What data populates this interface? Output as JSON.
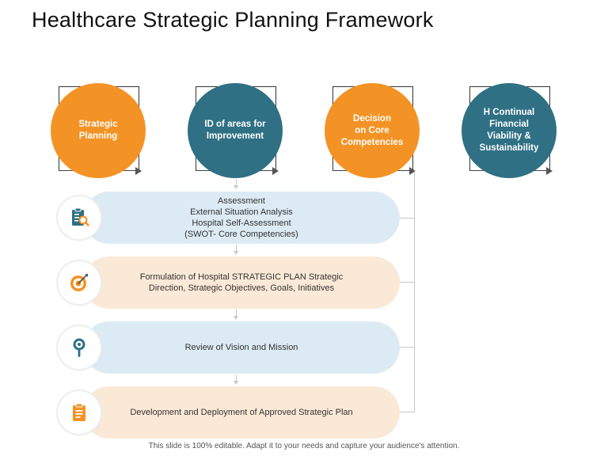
{
  "title": "Healthcare Strategic Planning Framework",
  "circles": [
    {
      "label": "Strategic\nPlanning",
      "color": "#f39325"
    },
    {
      "label": "ID of areas for\nImprovement",
      "color": "#2f7084"
    },
    {
      "label": "Decision\non Core\nCompetencies",
      "color": "#f39325"
    },
    {
      "label": "H Continual\nFinancial\nViability &\nSustainability",
      "color": "#2f7084"
    }
  ],
  "steps": [
    {
      "text": "Assessment\nExternal Situation Analysis\nHospital Self-Assessment\n(SWOT- Core Competencies)",
      "icon": "clipboard-magnifier-icon",
      "color": "#dcebf3"
    },
    {
      "text": "Formulation of Hospital STRATEGIC PLAN Strategic\nDirection, Strategic Objectives, Goals, Initiatives",
      "icon": "target-icon",
      "color": "#fbe9d7"
    },
    {
      "text": "Review of Vision and Mission",
      "icon": "magnifier-icon",
      "color": "#dcebf3"
    },
    {
      "text": "Development and Deployment of Approved Strategic Plan",
      "icon": "clipboard-icon",
      "color": "#fbe9d7"
    }
  ],
  "footer": "This slide is 100% editable. Adapt it to your needs and capture your audience's attention."
}
